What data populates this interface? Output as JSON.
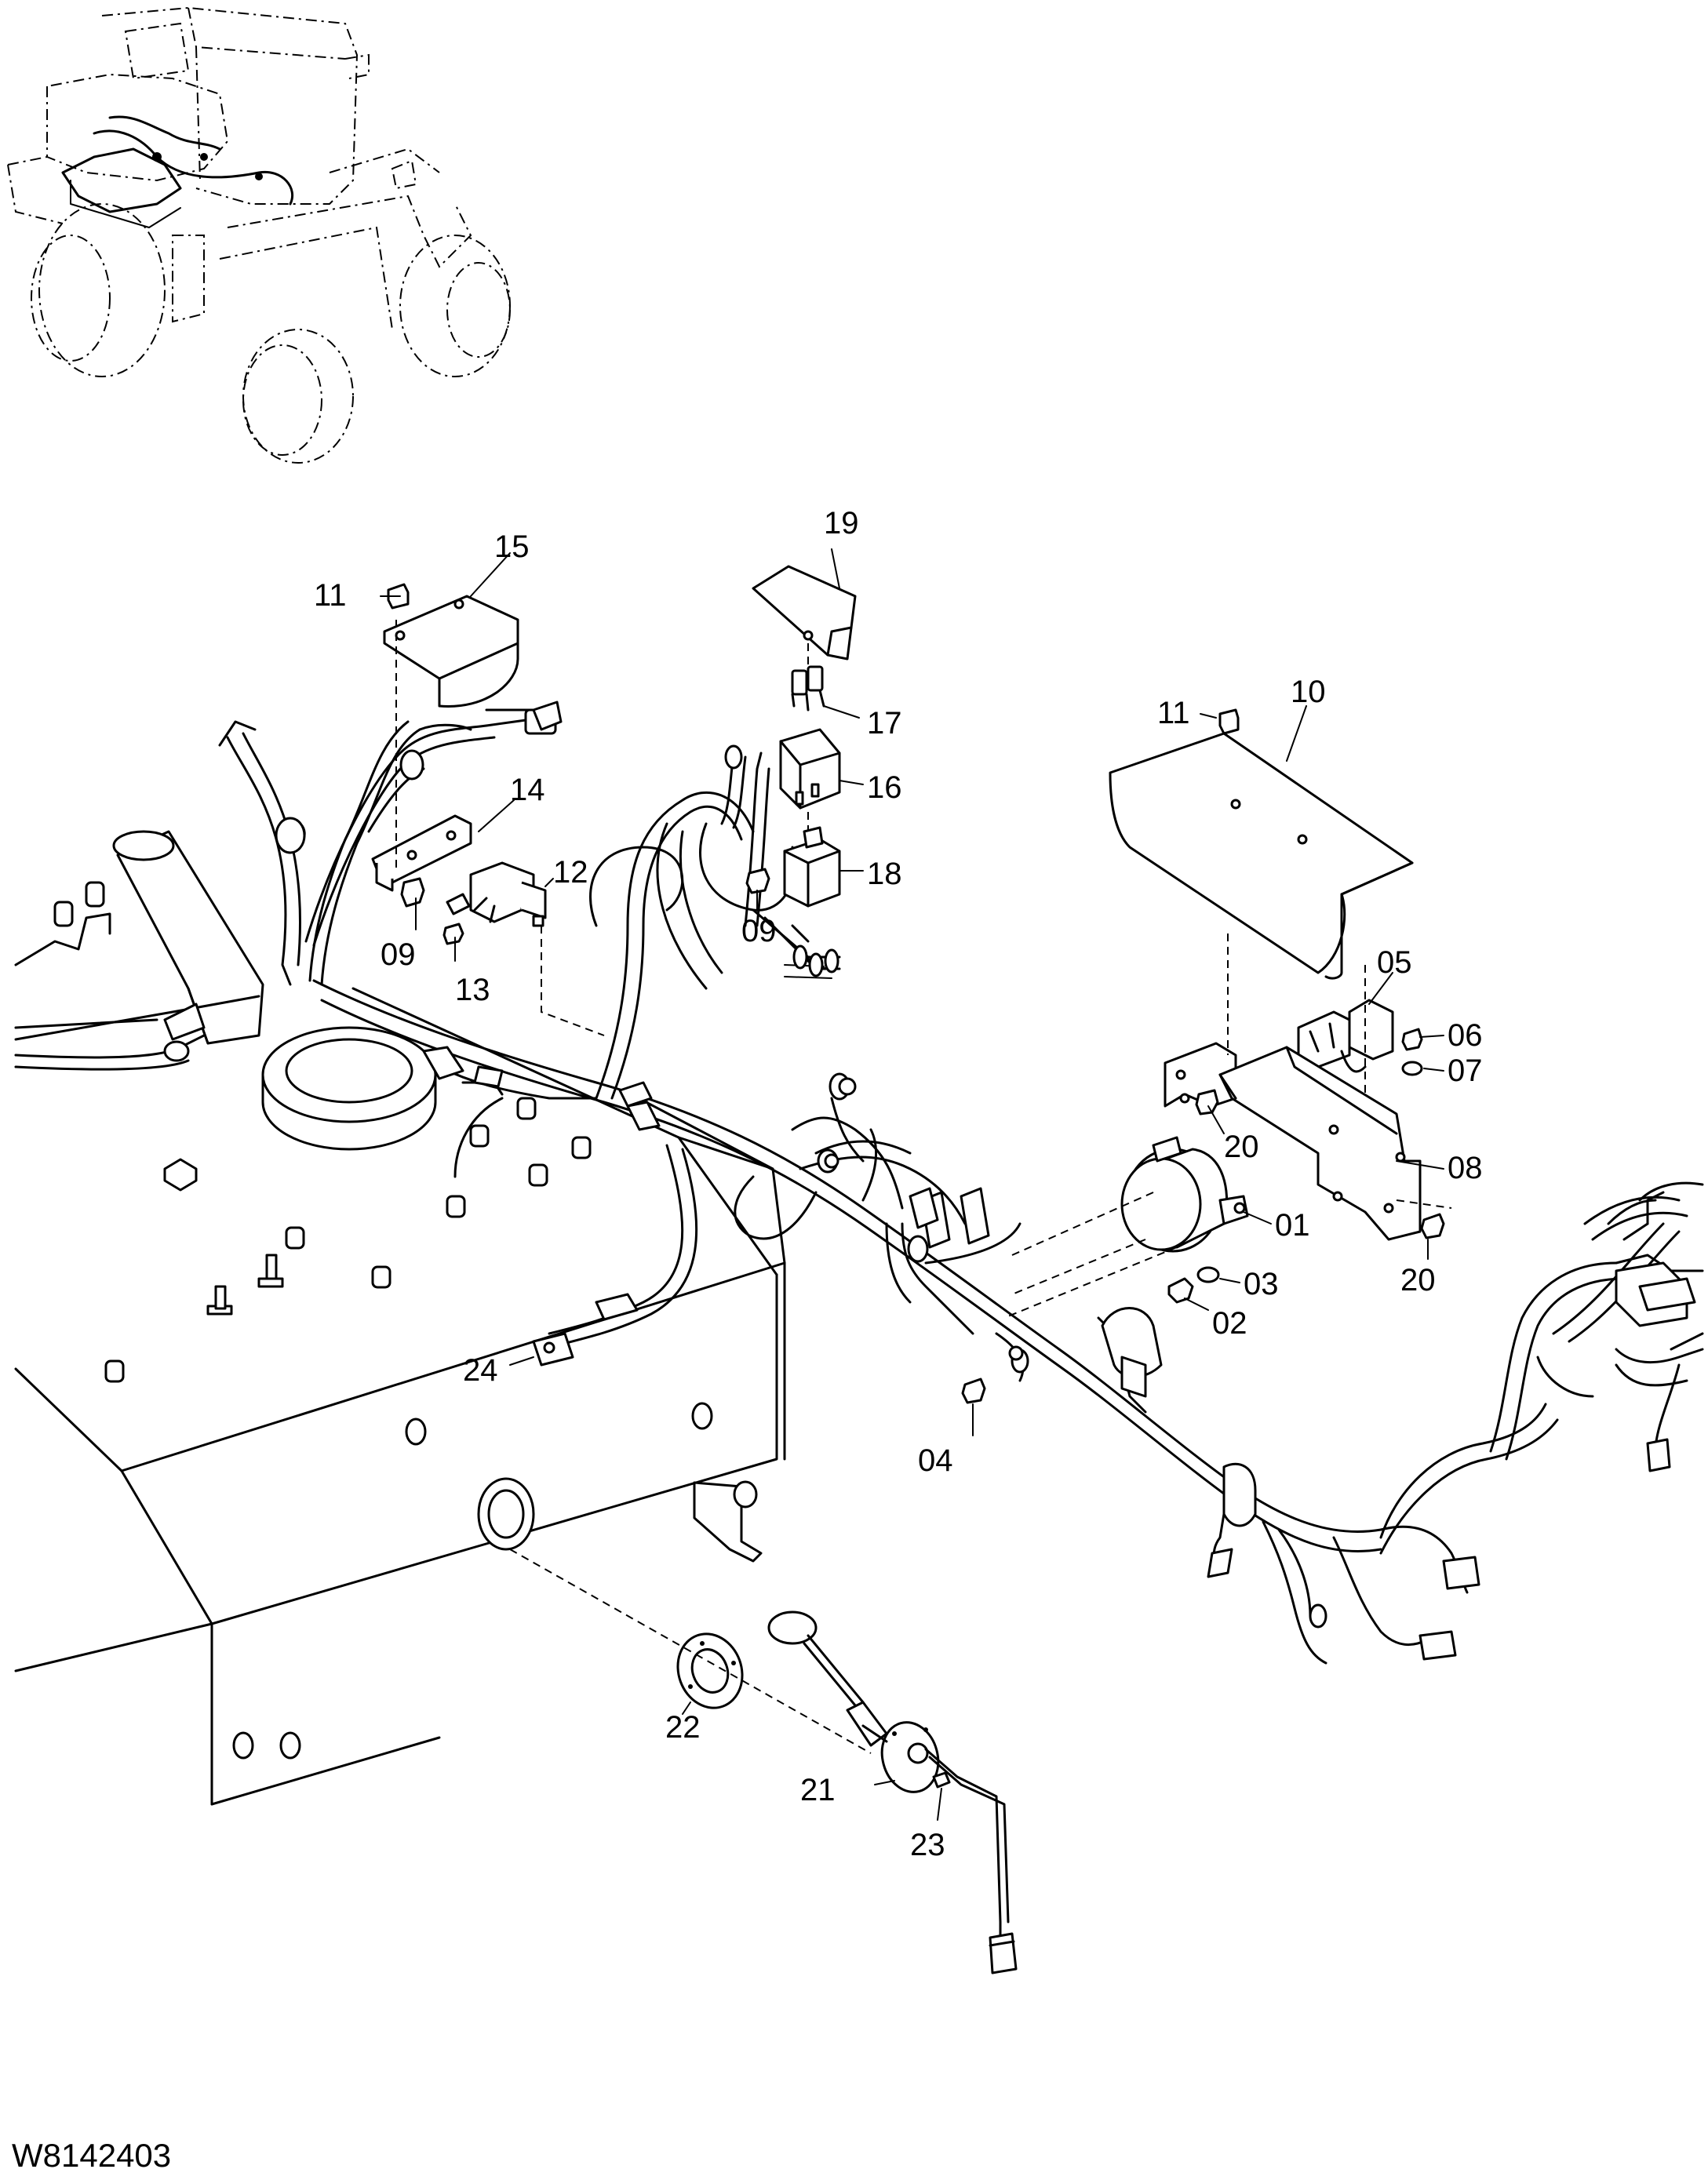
{
  "drawing_code": "W8142403",
  "callouts": [
    {
      "id": "01",
      "label": "01"
    },
    {
      "id": "02",
      "label": "02"
    },
    {
      "id": "03",
      "label": "03"
    },
    {
      "id": "04",
      "label": "04"
    },
    {
      "id": "05",
      "label": "05"
    },
    {
      "id": "06",
      "label": "06"
    },
    {
      "id": "07",
      "label": "07"
    },
    {
      "id": "08",
      "label": "08"
    },
    {
      "id": "09a",
      "label": "09"
    },
    {
      "id": "09b",
      "label": "09"
    },
    {
      "id": "10",
      "label": "10"
    },
    {
      "id": "11a",
      "label": "11"
    },
    {
      "id": "11b",
      "label": "11"
    },
    {
      "id": "12",
      "label": "12"
    },
    {
      "id": "13",
      "label": "13"
    },
    {
      "id": "14",
      "label": "14"
    },
    {
      "id": "15",
      "label": "15"
    },
    {
      "id": "16",
      "label": "16"
    },
    {
      "id": "17",
      "label": "17"
    },
    {
      "id": "18",
      "label": "18"
    },
    {
      "id": "19",
      "label": "19"
    },
    {
      "id": "20a",
      "label": "20"
    },
    {
      "id": "20b",
      "label": "20"
    },
    {
      "id": "21",
      "label": "21"
    },
    {
      "id": "22",
      "label": "22"
    },
    {
      "id": "23",
      "label": "23"
    },
    {
      "id": "24",
      "label": "24"
    }
  ]
}
